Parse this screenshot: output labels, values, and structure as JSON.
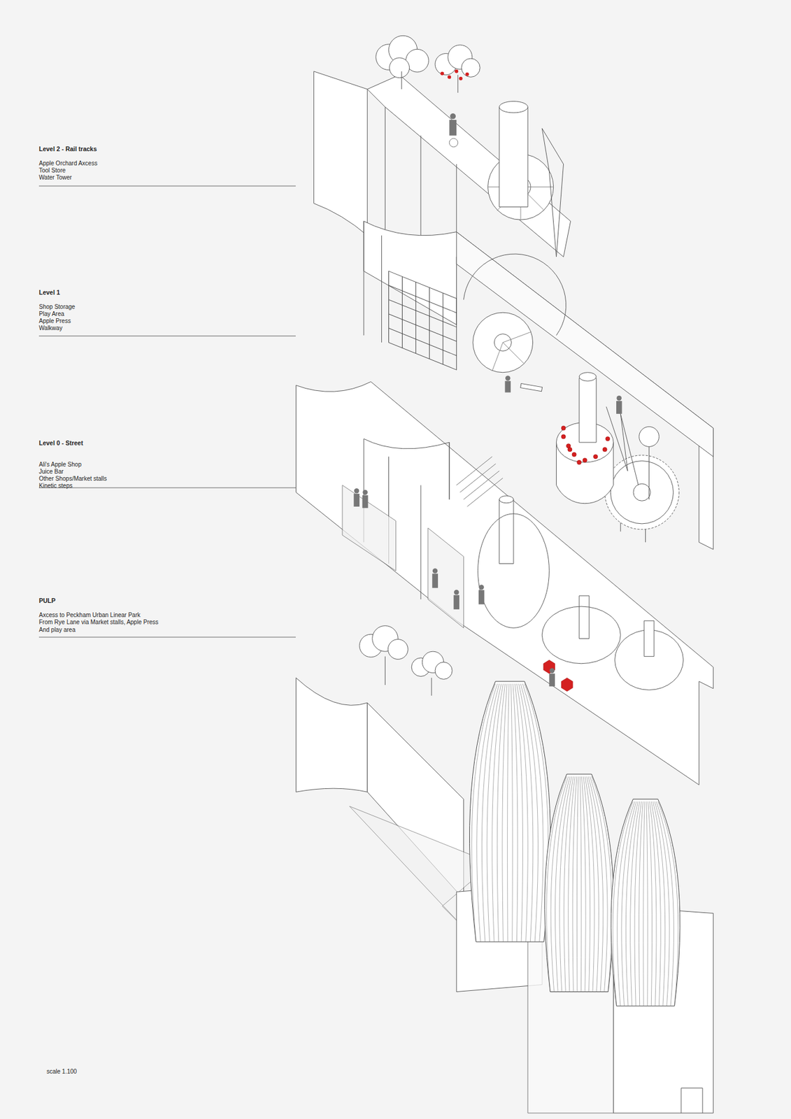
{
  "diagram": {
    "labels": [
      "Level 2 - Rail tracks",
      "Apple Orchard Axcess",
      "Tool Store",
      "Water Tower",
      "Level 1",
      "Shop Storage",
      "Play Area",
      "Apple Press",
      "Walkway",
      "Level 0 - Street",
      "Ali's Apple Shop",
      "Juice Bar",
      "Other Shops/Market stalls",
      "Kinetic steps",
      "PULP",
      "Axcess to Peckham Urban Linear Park",
      "From Rye Lane via Market stalls, Apple Press",
      "And play area",
      "scale 1.100"
    ]
  }
}
